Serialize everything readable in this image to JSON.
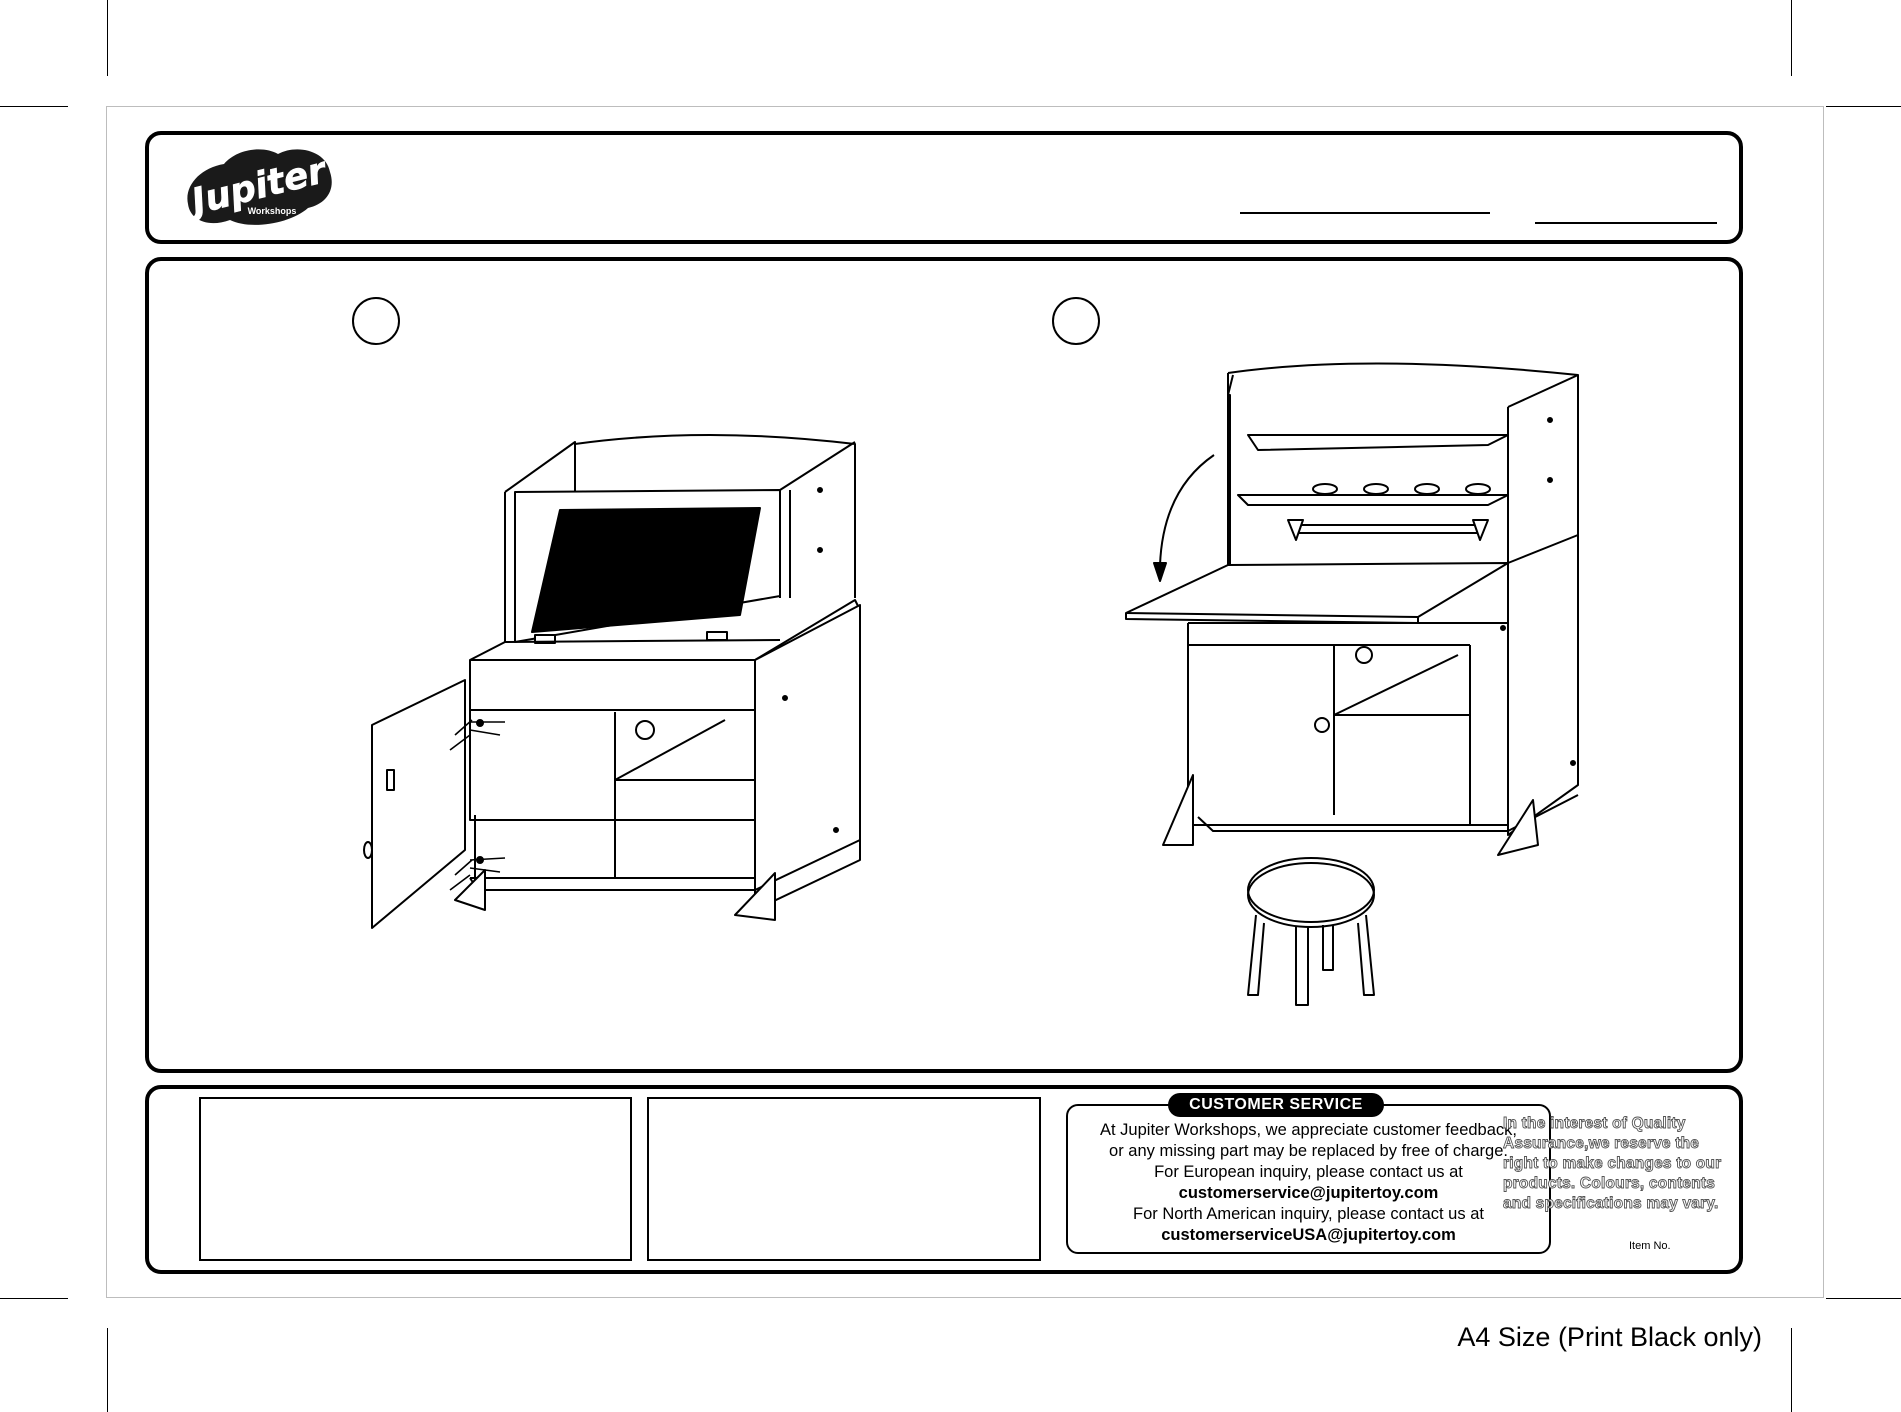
{
  "header": {
    "logo_word": "Jupiter",
    "logo_sub": "Workshops"
  },
  "customer_service": {
    "tab_label": "CUSTOMER SERVICE",
    "line1": "At Jupiter Workshops, we appreciate customer feedback,",
    "line2": "or any missing part may be replaced by free of charge.",
    "line3": "For European inquiry, please contact us at",
    "email_eu": "customerservice@jupitertoy.com",
    "line4": "For North American inquiry, please contact us at",
    "email_na": "customerserviceUSA@jupitertoy.com"
  },
  "quality_note": "In the interest of Quality Assurance,we reserve the right to make changes to our products. Colours, contents and specifications may vary.",
  "item_no_label": "Item No.",
  "footer_note": "A4 Size (Print Black only)"
}
